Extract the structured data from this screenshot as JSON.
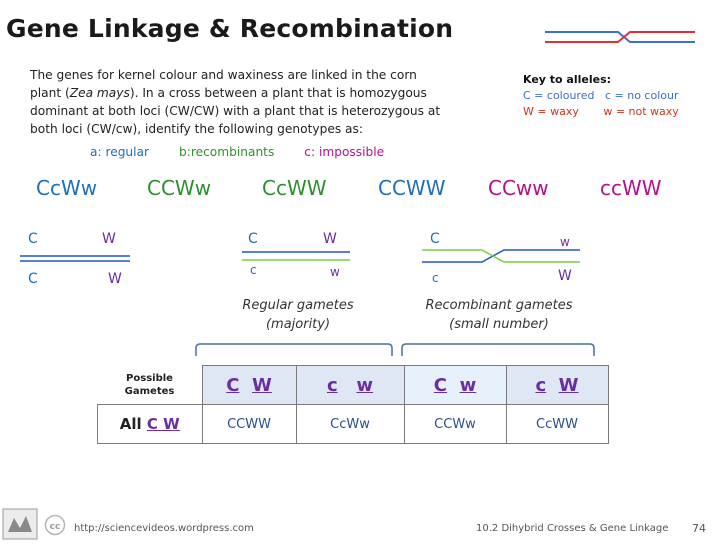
{
  "title": "Gene Linkage  & Recombination",
  "intro": {
    "line1": "The genes for kernel colour and waxiness are linked in the corn",
    "line2_pre": "plant (",
    "line2_italic": "Zea mays",
    "line2_post": "). In a cross between a plant that is  homozygous",
    "line3": "dominant at both loci (CW/CW) with a plant that is heterozygous at",
    "line4": "both loci (CW/cw), identify the following genotypes as:"
  },
  "options": {
    "a": "a: regular",
    "b": "b:recombinants",
    "c": "c: impossible"
  },
  "key": {
    "heading": "Key to alleles:",
    "C": "C = coloured",
    "c": "c = no colour",
    "W": "W = waxy",
    "w": "w = not waxy"
  },
  "genotypes": [
    {
      "text": "CcWw",
      "color": "#1f6fb6"
    },
    {
      "text": "CCWw",
      "color": "#2f8f2f"
    },
    {
      "text": "CcWW",
      "color": "#2f8f2f"
    },
    {
      "text": "CCWW",
      "color": "#1f6fb6"
    },
    {
      "text": "CCww",
      "color": "#b0128c"
    },
    {
      "text": "ccWW",
      "color": "#b0128c"
    }
  ],
  "diagrams": {
    "d1": {
      "top_left": "C",
      "top_right": "W",
      "bottom_left": "C",
      "bottom_right": "W"
    },
    "d2": {
      "top_left": "C",
      "top_right": "W",
      "bottom_left": "c",
      "bottom_right": "w"
    },
    "d3": {
      "top_left": "C",
      "top_right": "w",
      "bottom_left": "c",
      "bottom_right": "W"
    }
  },
  "captions": {
    "regular_line1": "Regular gametes",
    "regular_line2": "(majority)",
    "recomb_line1": "Recombinant gametes",
    "recomb_line2": "(small number)"
  },
  "table": {
    "corner_line1": "Possible",
    "corner_line2": "Gametes",
    "headers": [
      {
        "a": "C",
        "b": "W"
      },
      {
        "a": "c",
        "b": "w"
      },
      {
        "a": "C",
        "b": "w"
      },
      {
        "a": "c",
        "b": "W"
      }
    ],
    "row_label_pre": "All",
    "row_label_cw": "C  W",
    "cells": [
      "CCWW",
      "CcWw",
      "CCWw",
      "CcWW"
    ]
  },
  "footer": {
    "url": "http://sciencevideos.wordpress.com",
    "lesson": "10.2 Dihybrid Crosses & Gene Linkage",
    "page": "74"
  },
  "colors": {
    "blue_line": "#2255cc",
    "green_line": "#7acc44",
    "red_line": "#e03030",
    "header_bg": "#dfe7f4"
  }
}
